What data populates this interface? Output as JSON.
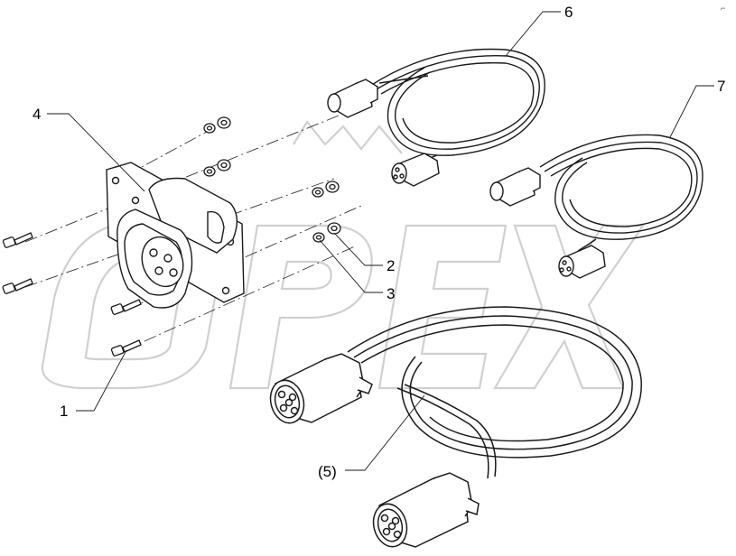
{
  "diagram": {
    "callouts": {
      "c1": "1",
      "c2": "2",
      "c3": "3",
      "c4": "4",
      "c5": "(5)",
      "c6": "6",
      "c7": "7"
    },
    "watermark_text": "OPEX",
    "corner_mark": "⌐"
  },
  "colors": {
    "line": "#1a1a1a",
    "watermark": "#d4d4d4",
    "background": "#ffffff"
  }
}
